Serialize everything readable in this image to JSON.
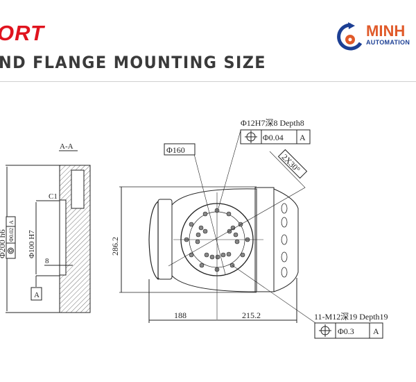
{
  "header": {
    "brand": "ORT",
    "title": "ND FLANGE MOUNTING SIZE"
  },
  "logo": {
    "name": "MINH",
    "sub": "AUTOMATION"
  },
  "section": {
    "label": "A-A",
    "chamfer": "C1",
    "outer_dia": "Φ200 h6",
    "inner_dia": "Φ100 H7",
    "depth": "8",
    "datum": "A",
    "tolerance": {
      "symbol": "concentricity",
      "value": "Φ0.02",
      "datum": "A"
    }
  },
  "front": {
    "pcd": "Φ160",
    "height": "286.2",
    "left_width": "188",
    "right_width": "215.2",
    "angle": "2X30°",
    "pin_hole": "Φ12H7深8 Depth8",
    "pin_tolerance": {
      "symbol": "position",
      "value": "Φ0.04",
      "datum": "A"
    },
    "thread": "11-M12深19 Depth19",
    "thread_tolerance": {
      "symbol": "position",
      "value": "Φ0.3",
      "datum": "A"
    }
  }
}
